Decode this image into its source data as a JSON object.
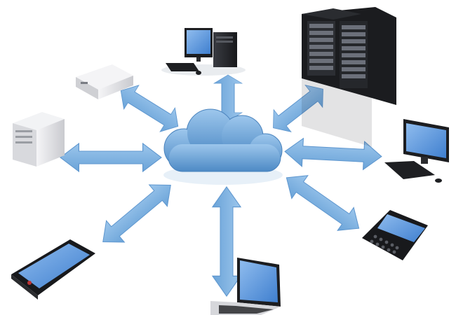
{
  "scene": {
    "center": "cloud",
    "nodes": [
      {
        "name": "desktop-computer",
        "link": "bidirectional"
      },
      {
        "name": "server-rack",
        "link": "bidirectional"
      },
      {
        "name": "network-appliance",
        "link": "bidirectional"
      },
      {
        "name": "tower-server",
        "link": "bidirectional"
      },
      {
        "name": "monitor-with-keyboard",
        "link": "bidirectional"
      },
      {
        "name": "smartphone",
        "link": "bidirectional"
      },
      {
        "name": "qwerty-phone",
        "link": "bidirectional"
      },
      {
        "name": "laptop",
        "link": "bidirectional"
      }
    ],
    "colors": {
      "cloud": "#6fa8d9",
      "arrow": "#7fb2e0",
      "screen": "#5b95d8",
      "dark_device": "#1e1f22",
      "light_device": "#e6e7ea"
    }
  }
}
